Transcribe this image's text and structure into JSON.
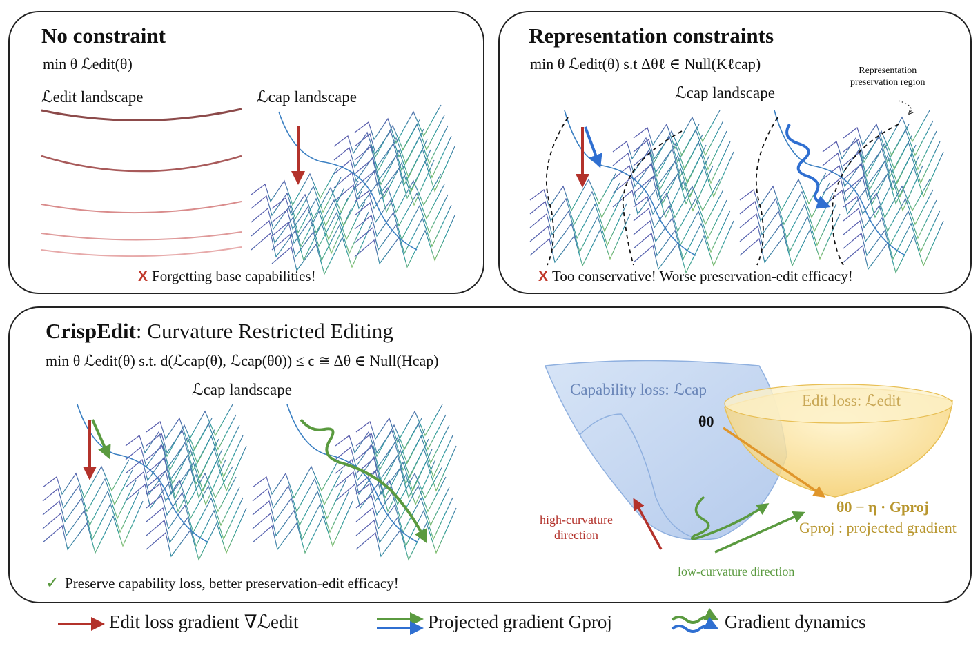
{
  "panels": {
    "no_constraint": {
      "title": "No constraint",
      "formula": "min θ  ℒedit(θ)",
      "edit_landscape_label": "ℒedit landscape",
      "cap_landscape_label": "ℒcap landscape",
      "warning": "Forgetting base capabilities!",
      "x_mark": "X"
    },
    "representation": {
      "title": "Representation constraints",
      "formula": "min θ  ℒedit(θ)    s.t    Δθℓ ∈ Null(Kℓcap)",
      "cap_landscape_label": "ℒcap landscape",
      "region_note_line1": "Representation",
      "region_note_line2": "preservation region",
      "warning": "Too conservative! Worse preservation-edit efficacy!",
      "x_mark": "X"
    },
    "crispedit": {
      "title_bold": "CrispEdit",
      "title_rest": ": Curvature Restricted Editing",
      "formula": "min θ  ℒedit(θ)   s.t.   d(ℒcap(θ), ℒcap(θ0)) ≤ ϵ  ≅ Δθ ∈ Null(Hcap)",
      "cap_landscape_label": "ℒcap landscape",
      "check_mark": "✓",
      "success": "Preserve capability loss, better preservation-edit efficacy!",
      "capability_loss_label": "Capability loss: ℒcap",
      "edit_loss_label": "Edit loss: ℒedit",
      "theta0_label": "θ0",
      "update_label": "θ0 − η · Gproj",
      "gproj_label": "Gproj : projected gradient",
      "high_curv_line1": "high-curvature",
      "high_curv_line2": "direction",
      "low_curv_label": "low-curvature direction"
    }
  },
  "legend": {
    "edit_gradient": "Edit loss gradient ∇ℒedit",
    "projected_gradient": "Projected gradient Gproj",
    "gradient_dynamics": "Gradient dynamics"
  },
  "colors": {
    "edit_red": "#b3322b",
    "projected_green": "#5a9a3f",
    "projected_blue": "#2f6fd1",
    "capability_blue": "#a9c4ea",
    "edit_yellow": "#f4cf6a",
    "update_label_gold": "#b8962e"
  }
}
